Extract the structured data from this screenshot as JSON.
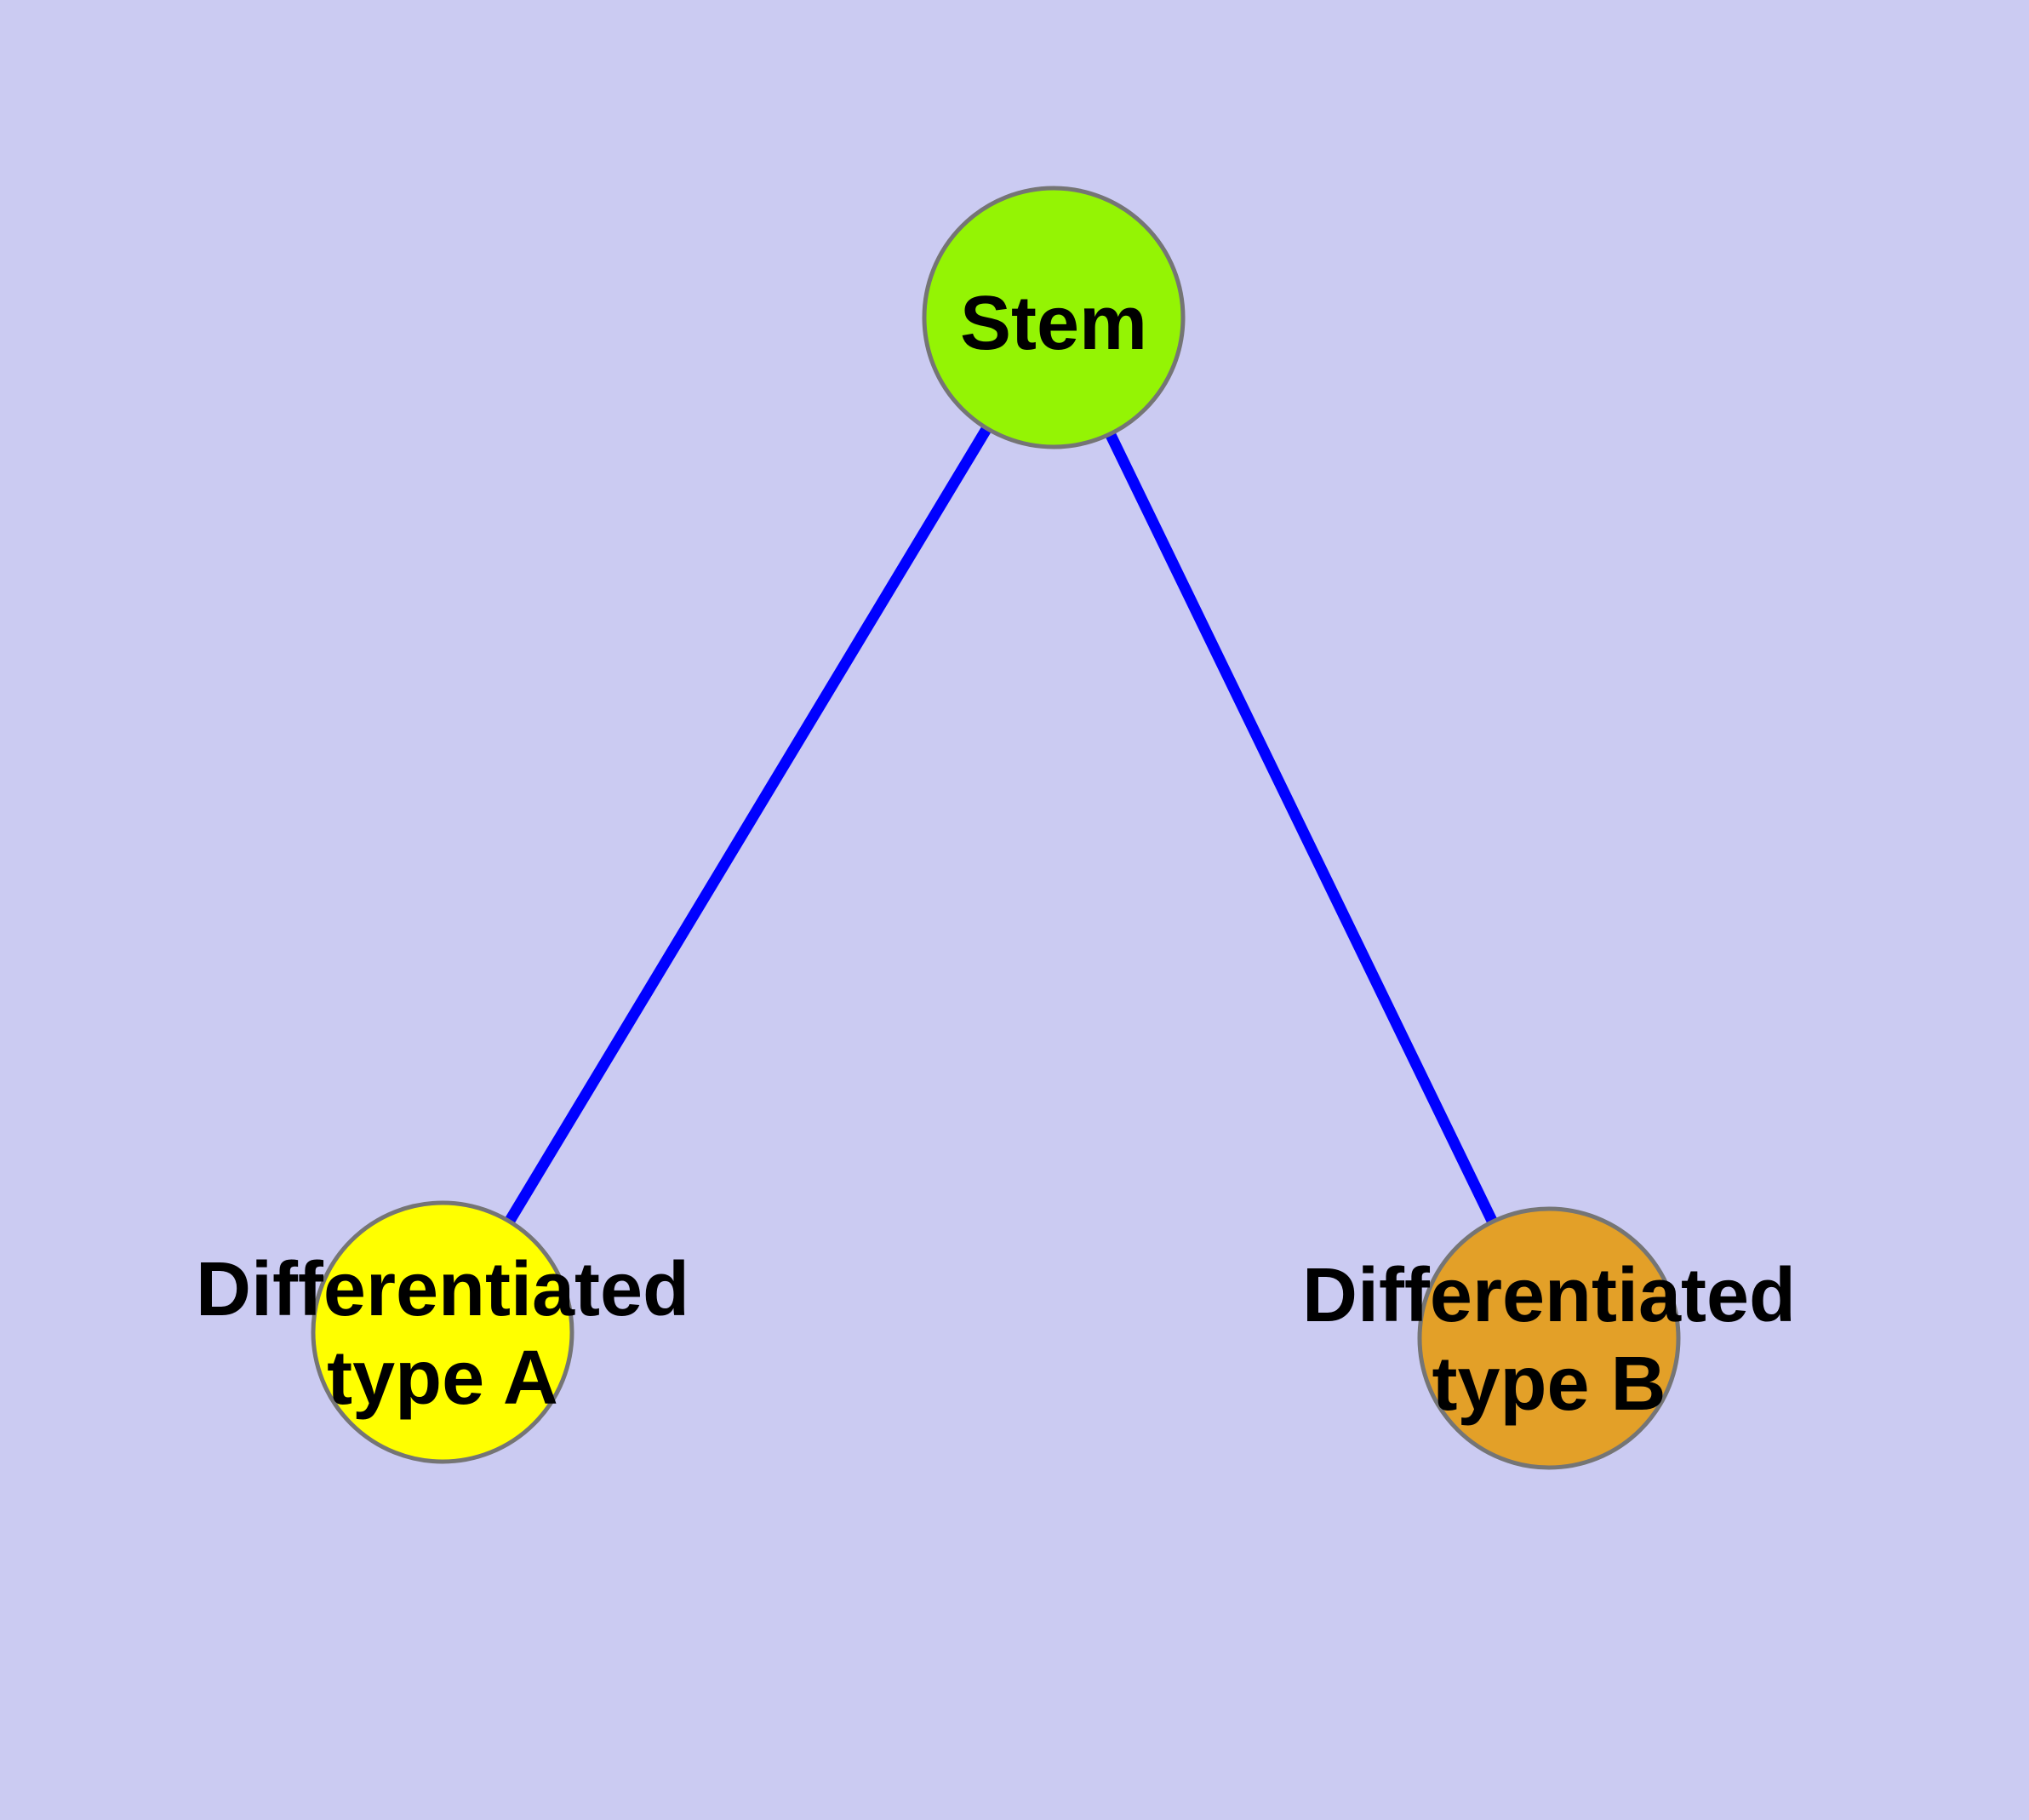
{
  "graph": {
    "description": "Stem cell differentiation diagram: one stem node connected to two differentiated cell-type nodes",
    "background_color": "#cbcbf2",
    "edge_color": "#0000ff",
    "node_border_color": "#757575",
    "label_color": "#000000",
    "nodes": [
      {
        "label": "Stem",
        "line1": "Stem",
        "line2": "",
        "fill": "#94f404"
      },
      {
        "label": "Differentiated type A",
        "line1": "Differentiated",
        "line2": "type A",
        "fill": "#ffff00"
      },
      {
        "label": "Differentiated type B",
        "line1": "Differentiated",
        "line2": "type B",
        "fill": "#e3a028"
      }
    ],
    "edges": [
      {
        "from": "Stem",
        "to": "Differentiated type A"
      },
      {
        "from": "Stem",
        "to": "Differentiated type B"
      }
    ]
  }
}
